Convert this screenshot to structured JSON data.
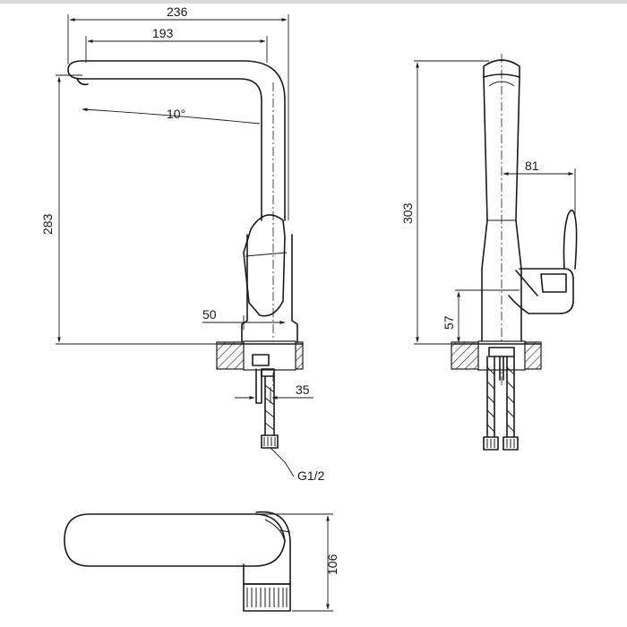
{
  "dimensions": {
    "side_total_width": "236",
    "spout_reach": "193",
    "spout_angle": "10°",
    "side_height": "283",
    "body_width": "50",
    "shank_width": "35",
    "thread_spec": "G1/2",
    "front_height": "303",
    "handle_offset": "81",
    "base_height": "57",
    "top_depth": "106"
  }
}
